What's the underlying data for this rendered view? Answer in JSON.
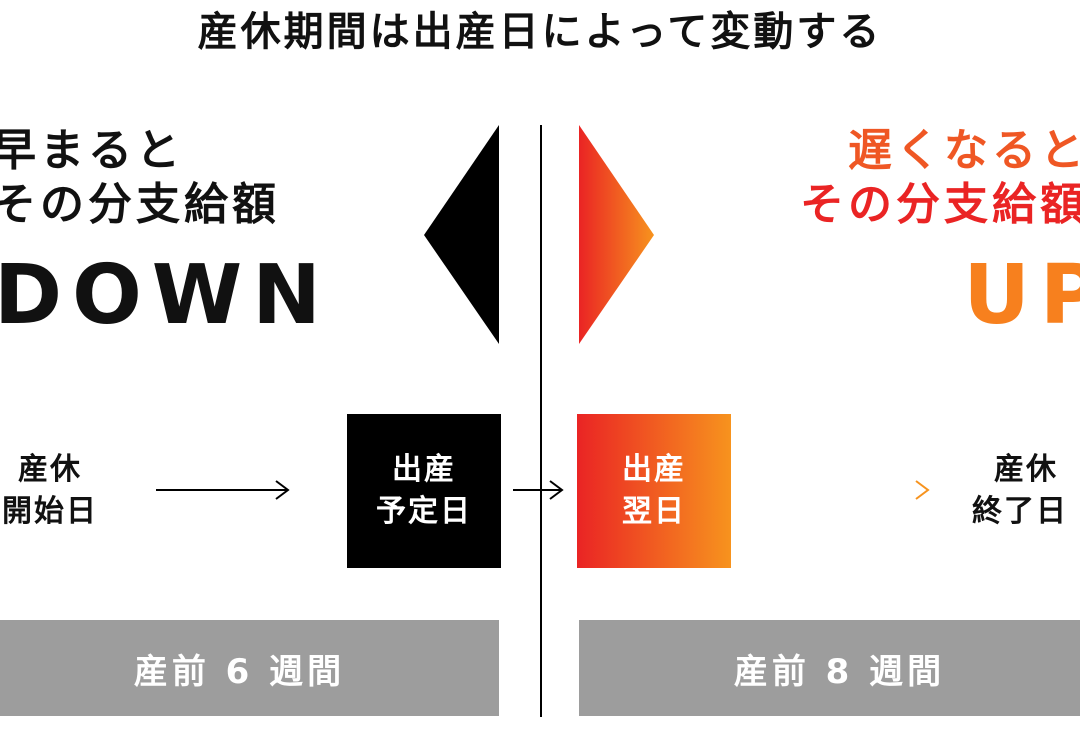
{
  "title": "産休期間は出産日によって変動する",
  "left": {
    "heading_lines": [
      "早まると",
      "その分支給額"
    ],
    "big": "DOWN",
    "start_lines": [
      "産休",
      "開始日"
    ],
    "box_lines": [
      "出産",
      "予定日"
    ],
    "bar": "産前 6 週間"
  },
  "right": {
    "heading_lines": [
      "遅くなると",
      "その分支給額"
    ],
    "big": "UP",
    "box_lines": [
      "出産",
      "翌日"
    ],
    "end_lines": [
      "産休",
      "終了日"
    ],
    "bar": "産前 8 週間"
  },
  "colors": {
    "black": "#000000",
    "gradient_start": "#ea2424",
    "gradient_end": "#f7931e",
    "bar_gray": "#9d9d9d"
  }
}
